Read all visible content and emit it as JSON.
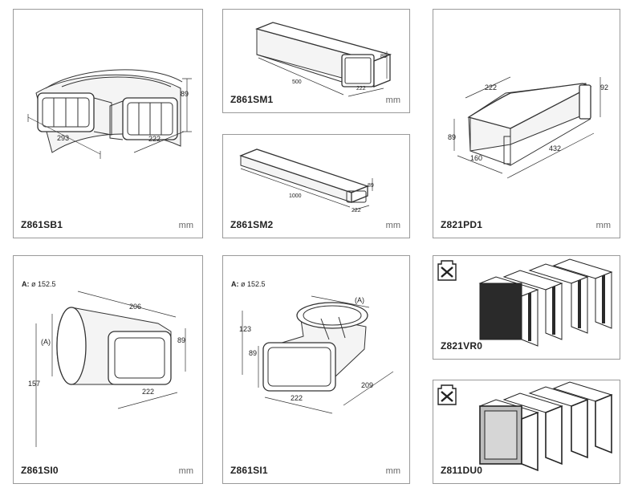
{
  "panels": [
    {
      "code": "Z861SB1",
      "unit": "mm",
      "dims": {
        "length": "293",
        "width": "222",
        "height": "89"
      }
    },
    {
      "code": "Z861SM1",
      "unit": "mm",
      "dims": {
        "length": "500",
        "width": "222",
        "height": "89"
      }
    },
    {
      "code": "Z821PD1",
      "unit": "mm",
      "dims": {
        "width": "222",
        "height_end": "92",
        "height": "89",
        "depth": "160",
        "length": "432"
      }
    },
    {
      "code": "Z861SM2",
      "unit": "mm",
      "dims": {
        "length": "1000",
        "width": "222",
        "height": "89"
      }
    },
    {
      "code": "Z861SI0",
      "unit": "mm",
      "note_label": "A:",
      "note_value": "ø 152.5",
      "dims": {
        "length": "206",
        "height": "89",
        "width": "222",
        "a": "(A)",
        "total": "157"
      }
    },
    {
      "code": "Z861SI1",
      "unit": "mm",
      "note_label": "A:",
      "note_value": "ø 152.5",
      "dims": {
        "a": "(A)",
        "total": "123",
        "height": "89",
        "width": "222",
        "length": "209"
      }
    },
    {
      "code": "Z821VR0",
      "icon": "no-wash-icon"
    },
    {
      "code": "Z811DU0",
      "icon": "no-wash-icon"
    }
  ]
}
